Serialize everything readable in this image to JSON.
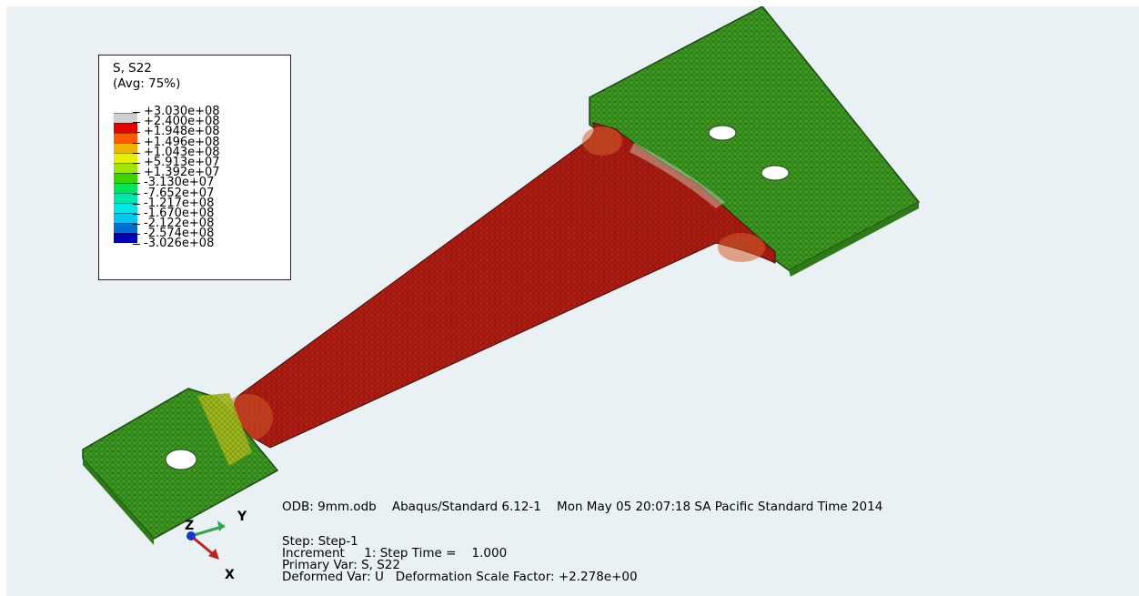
{
  "legend": {
    "title": "S, S22",
    "averaging": "(Avg: 75%)",
    "values": [
      "+3.030e+08",
      "+2.400e+08",
      "+1.948e+08",
      "+1.496e+08",
      "+1.043e+08",
      "+5.913e+07",
      "+1.392e+07",
      "-3.130e+07",
      "-7.652e+07",
      "-1.217e+08",
      "-1.670e+08",
      "-2.122e+08",
      "-2.574e+08",
      "-3.026e+08"
    ],
    "colors": [
      "#d0d0d0",
      "#e60000",
      "#ff5a00",
      "#f0b400",
      "#e6f000",
      "#9ee600",
      "#3cd200",
      "#00e65a",
      "#00e6aa",
      "#00e6e6",
      "#00c8f0",
      "#006ed2",
      "#0032c8",
      "#0000b4"
    ]
  },
  "info": {
    "odb_line": "ODB: 9mm.odb    Abaqus/Standard 6.12-1    Mon May 05 20:07:18 SA Pacific Standard Time 2014",
    "step": "Step: Step-1",
    "increment": "Increment     1: Step Time =    1.000",
    "primary_var": "Primary Var: S, S22",
    "deformed_var": "Deformed Var: U   Deformation Scale Factor: +2.278e+00"
  },
  "triad": {
    "x_label": "X",
    "y_label": "Y",
    "z_label": "Z"
  },
  "model_colors": {
    "tab_green": "#3a9a1f",
    "body_red": "#b81f16",
    "mesh_dark": "#1a4a10",
    "fillet_orange": "#d2602a",
    "yellow_zone": "#b9c41a"
  }
}
